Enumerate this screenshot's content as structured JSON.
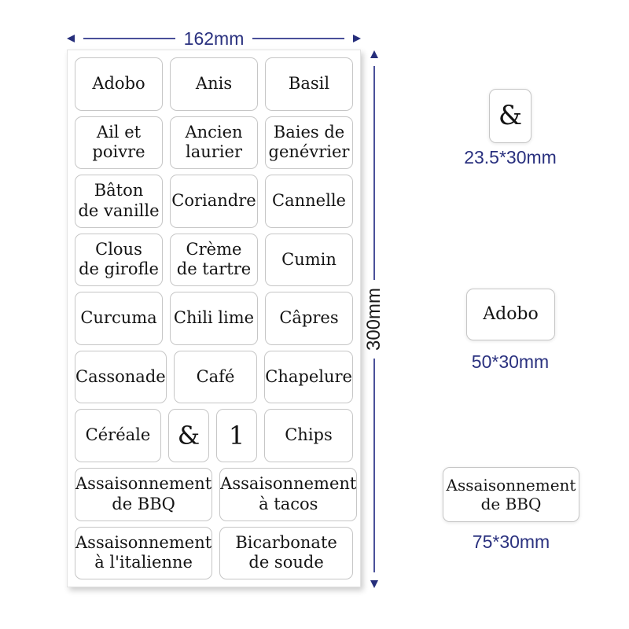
{
  "dimensions": {
    "sheet_width": "162mm",
    "sheet_height": "300mm"
  },
  "colors": {
    "dimension_text": "#2a317f",
    "height_text": "#1c1c1c",
    "arrow_line": "#4a509a",
    "arrow_head": "#262e7b",
    "label_border": "#c6c6c6",
    "label_text": "#141414"
  },
  "sheet": {
    "rows": [
      {
        "cells": [
          {
            "text": "Adobo"
          },
          {
            "text": "Anis"
          },
          {
            "text": "Basil"
          }
        ]
      },
      {
        "cells": [
          {
            "text": "Ail et\npoivre"
          },
          {
            "text": "Ancien\nlaurier"
          },
          {
            "text": "Baies de\ngenévrier"
          }
        ]
      },
      {
        "cells": [
          {
            "text": "Bâton\nde vanille"
          },
          {
            "text": "Coriandre"
          },
          {
            "text": "Cannelle"
          }
        ]
      },
      {
        "cells": [
          {
            "text": "Clous\nde girofle"
          },
          {
            "text": "Crème\nde tartre"
          },
          {
            "text": "Cumin"
          }
        ]
      },
      {
        "cells": [
          {
            "text": "Curcuma"
          },
          {
            "text": "Chili lime"
          },
          {
            "text": "Câpres"
          }
        ]
      },
      {
        "cells": [
          {
            "text": "Cassonade"
          },
          {
            "text": "Café"
          },
          {
            "text": "Chapelure"
          }
        ]
      },
      {
        "cells": [
          {
            "text": "Céréale"
          },
          {
            "text": "&"
          },
          {
            "text": "1"
          },
          {
            "text": "Chips"
          }
        ]
      },
      {
        "cells": [
          {
            "text": "Assaisonnement\nde BBQ"
          },
          {
            "text": "Assaisonnement\nà tacos"
          }
        ]
      },
      {
        "cells": [
          {
            "text": "Assaisonnement\nà l'italienne"
          },
          {
            "text": "Bicarbonate\nde soude"
          }
        ]
      }
    ]
  },
  "samples": [
    {
      "text": "&",
      "caption": "23.5*30mm"
    },
    {
      "text": "Adobo",
      "caption": "50*30mm"
    },
    {
      "text": "Assaisonnement\nde BBQ",
      "caption": "75*30mm"
    }
  ]
}
